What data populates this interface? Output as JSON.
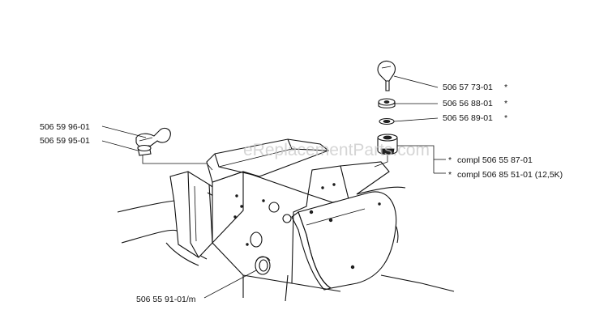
{
  "watermark": "eReplacementParts.com",
  "labels": {
    "ignition_key": "506 57 73-01",
    "nut": "506 56 88-01",
    "washer": "506 56 89-01",
    "switch_compl_1": "compl 506 55 87-01",
    "switch_compl_2": "compl 506 85 51-01 (12,5K)",
    "choke_knob": "506 59 96-01",
    "choke_bushing": "506 59 95-01",
    "grommet": "506 55 91-01/m"
  },
  "markers": {
    "asterisk": "*"
  }
}
